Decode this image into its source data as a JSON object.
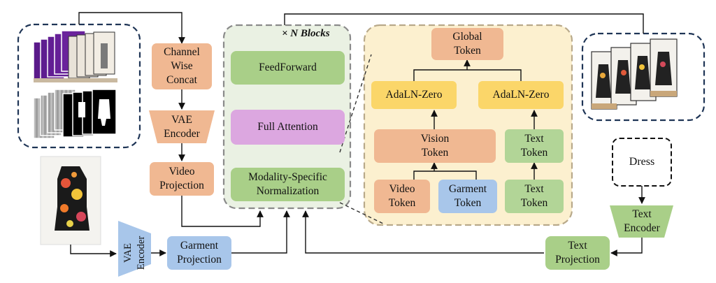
{
  "left_pipeline": {
    "channel_concat": "Channel\nWise\nConcat",
    "vae_encoder": "VAE\nEncoder",
    "video_projection": "Video\nProjection",
    "vae_encoder_garment": "VAE\nEncoder",
    "garment_projection": "Garment\nProjection"
  },
  "transformer": {
    "blocks_label": "× N Blocks",
    "feedforward": "FeedForward",
    "full_attention": "Full Attention",
    "modality_norm": "Modality-Specific\nNormalization"
  },
  "token_detail": {
    "global_token": "Global\nToken",
    "adaln_left": "AdaLN-Zero",
    "adaln_right": "AdaLN-Zero",
    "vision_token": "Vision\nToken",
    "text_token_merged": "Text\nToken",
    "video_token": "Video\nToken",
    "garment_token": "Garment\nToken",
    "text_token": "Text\nToken"
  },
  "text_pipeline": {
    "dress": "Dress",
    "text_encoder": "Text\nEncoder",
    "text_projection": "Text\nProjection"
  },
  "colors": {
    "orange": "#f0b892",
    "green": "#a9cf88",
    "purple": "#dca7e0",
    "yellow": "#fbd669",
    "blue": "#a8c6ea",
    "panel_green": "#eaf1e3",
    "panel_yellow": "#fcf0cf"
  }
}
